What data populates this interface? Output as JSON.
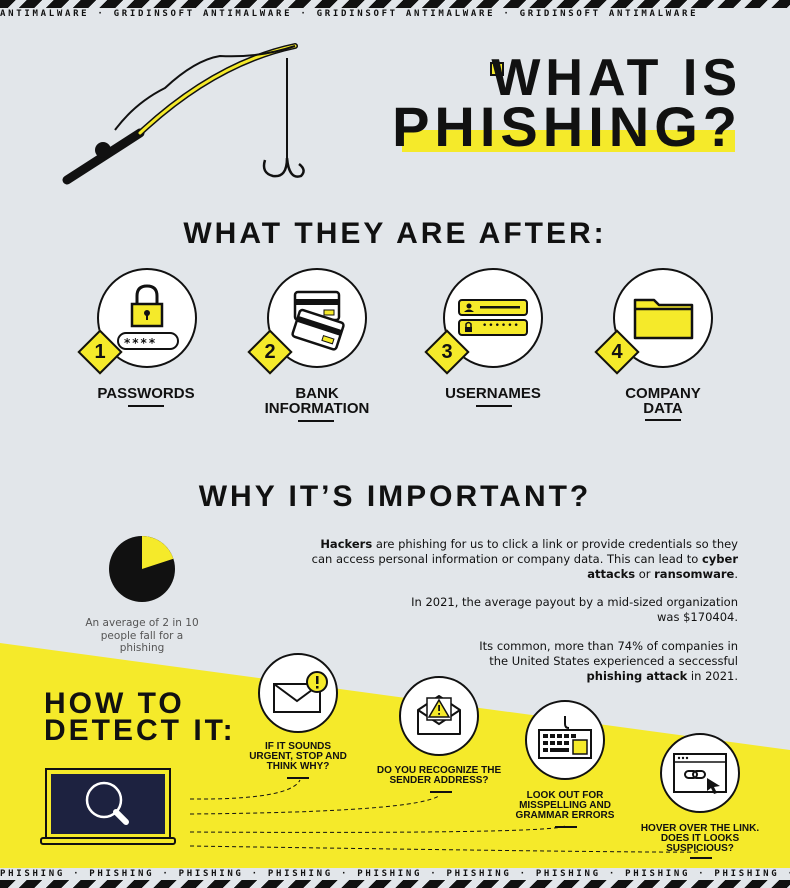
{
  "banner": {
    "top_text": "ANTIMALWARE · GRIDINSOFT ANTIMALWARE · GRIDINSOFT ANTIMALWARE · GRIDINSOFT ANTIMALWARE",
    "bottom_text": "PHISHING · PHISHING · PHISHING · PHISHING · PHISHING · PHISHING · PHISHING · PHISHING · PHISHING · PHISHING"
  },
  "header": {
    "title_line1": "WHAT IS",
    "title_line2": "PHISHING?"
  },
  "after": {
    "title": "WHAT THEY ARE AFTER:",
    "items": [
      {
        "number": "1",
        "label": "PASSWORDS",
        "icon": "padlock-password-icon",
        "mask": "****"
      },
      {
        "number": "2",
        "label": "BANK INFORMATION",
        "icon": "bank-cards-icon"
      },
      {
        "number": "3",
        "label": "USERNAMES",
        "icon": "login-form-icon",
        "mask": "••••••"
      },
      {
        "number": "4",
        "label": "COMPANY DATA",
        "icon": "folder-icon"
      }
    ]
  },
  "why": {
    "title": "WHY IT’S IMPORTANT?",
    "stat_fraction": 0.2,
    "pie_caption": "An average of 2 in 10 people fall for a phishing",
    "p1": {
      "b1": "Hackers",
      "t1": " are phishing for us to click a link or provide credentials so they can access personal information or company data. This can lead to ",
      "b2": "cyber attacks",
      "t2": " or ",
      "b3": "ransomware",
      "t3": "."
    },
    "p2": "In 2021, the average payout by a mid-sized organization was $170404.",
    "p3": {
      "t1": "Its common, more than 74% of companies in the United States experienced a seccessful ",
      "b1": "phishing attack",
      "t2": " in 2021."
    }
  },
  "detect": {
    "title_line1": "HOW TO",
    "title_line2": "DETECT IT:",
    "tips": [
      {
        "label": "IF IT SOUNDS URGENT, STOP AND THINK WHY?",
        "icon": "urgent-mail-icon"
      },
      {
        "label": "DO YOU RECOGNIZE THE SENDER ADDRESS?",
        "icon": "envelope-warning-icon"
      },
      {
        "label": "LOOK OUT FOR MISSPELLING AND GRAMMAR ERRORS",
        "icon": "keyboard-icon"
      },
      {
        "label": "HOVER OVER THE LINK. DOES IT LOOKS SUSPICIOUS?",
        "icon": "link-cursor-icon"
      }
    ]
  },
  "colors": {
    "yellow": "#f5ea2a",
    "background": "#e2e6ea",
    "ink": "#111111"
  }
}
